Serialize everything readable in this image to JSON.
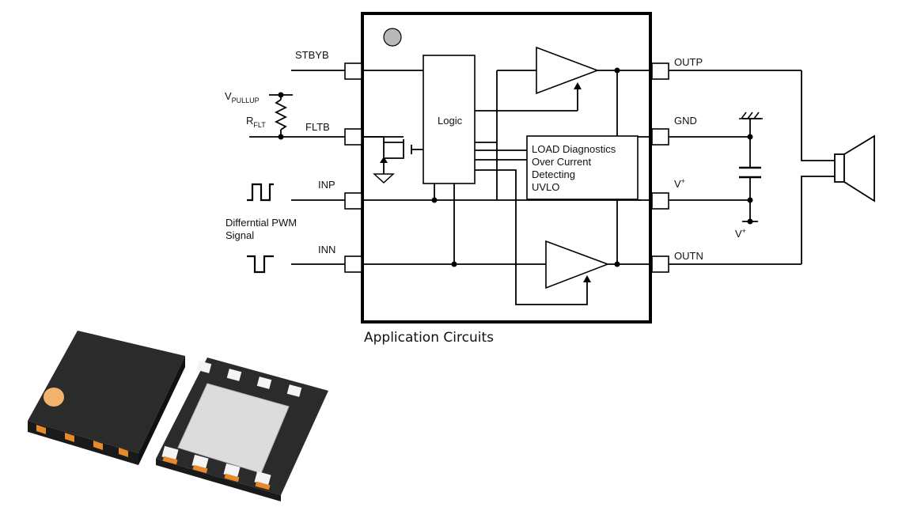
{
  "pins": {
    "stbyb": "STBYB",
    "fltb": "FLTB",
    "inp": "INP",
    "inn": "INN",
    "outp": "OUTP",
    "gnd": "GND",
    "vplus": "V",
    "vplus_sup": "+"
  },
  "external": {
    "vpullup_main": "V",
    "vpullup_sub": "PULLUP",
    "rflt_main": "R",
    "rflt_sub": "FLT",
    "signal_line1": "Differntial PWM",
    "signal_line2": "Signal",
    "vplus_bottom": "V",
    "vplus_bottom_sup": "+"
  },
  "blocks": {
    "logic": "Logic",
    "diagnostics": [
      "LOAD Diagnostics",
      "Over Current",
      "Detecting",
      "UVLO"
    ]
  },
  "caption": "Application Circuits",
  "colors": {
    "line": "#000000",
    "chip_body": "#262626",
    "chip_pad": "#e8892a",
    "pin1_dot": "#f2b46b",
    "thermal_pad": "#dcdcdc"
  }
}
